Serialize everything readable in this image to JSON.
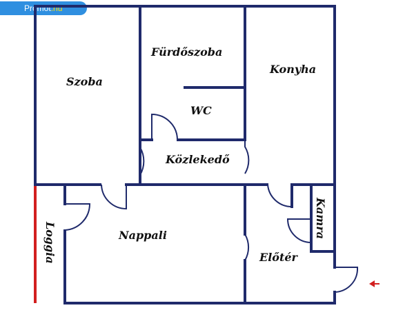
{
  "brand": {
    "name": "Promot",
    "suffix": ".hu",
    "bg_color": "#2f8fe0",
    "text_color": "#ffffff",
    "suffix_color": "#ffe000"
  },
  "plan": {
    "wall_color": "#1f2a6b",
    "accent_wall_color": "#d21f1f",
    "entrance_arrow_color": "#d21f1f",
    "rooms": {
      "szoba": "Szoba",
      "furdoszoba": "Fürdőszoba",
      "konyha": "Konyha",
      "wc": "WC",
      "kozlekedo": "Közlekedő",
      "loggia": "Loggia",
      "nappali": "Nappali",
      "kamra": "Kamra",
      "eloter": "Előtér"
    }
  }
}
